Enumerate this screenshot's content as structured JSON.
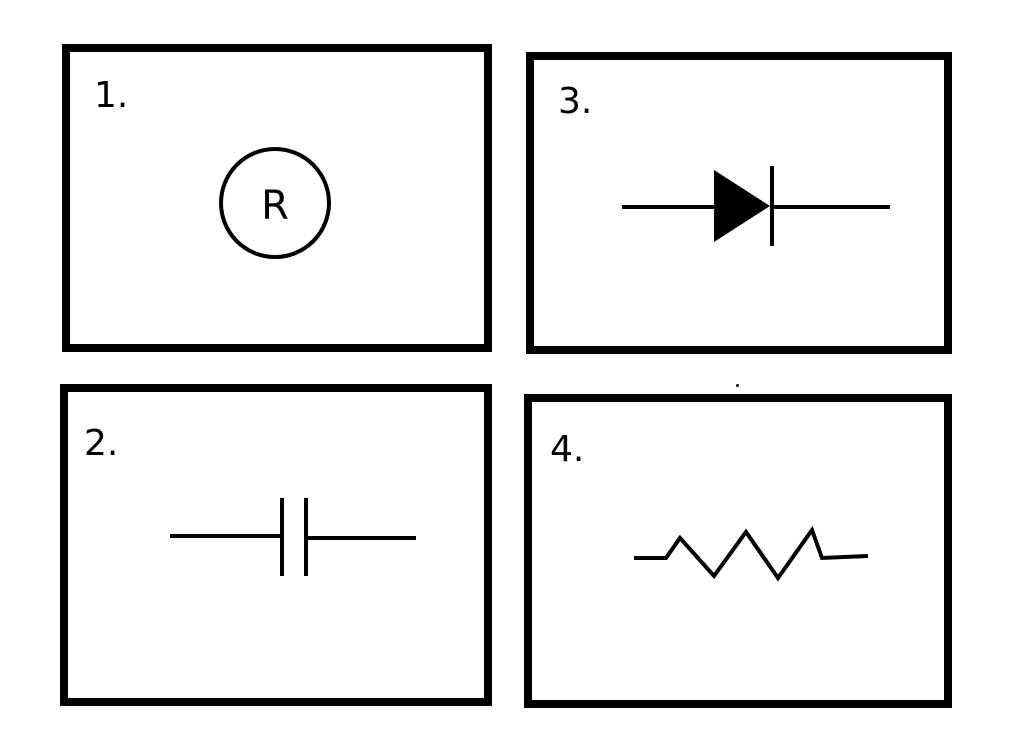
{
  "panels": [
    {
      "number": "1.",
      "symbol_letter": "R",
      "symbol_icon": "circled-letter-icon"
    },
    {
      "number": "2.",
      "symbol_icon": "capacitor-symbol-icon"
    },
    {
      "number": "3.",
      "symbol_icon": "diode-symbol-icon"
    },
    {
      "number": "4.",
      "symbol_icon": "resistor-symbol-icon"
    }
  ],
  "colors": {
    "ink": "#000000",
    "paper": "#ffffff"
  }
}
